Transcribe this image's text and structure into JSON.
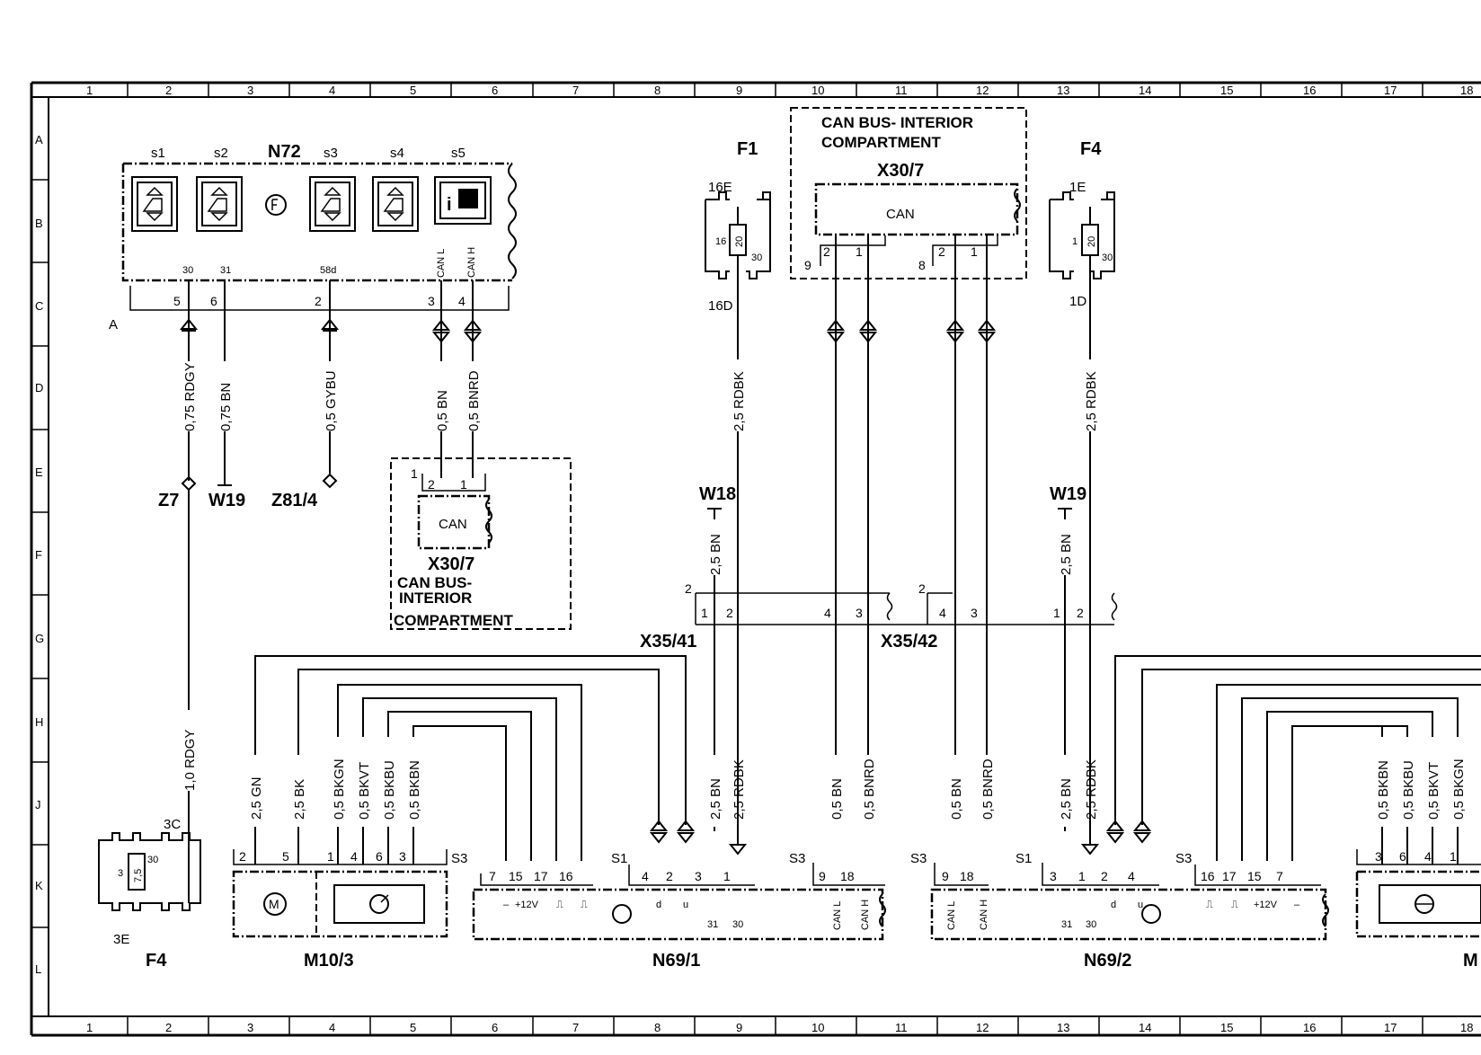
{
  "grid": {
    "columns": [
      "1",
      "2",
      "3",
      "4",
      "5",
      "6",
      "7",
      "8",
      "9",
      "10",
      "11",
      "12",
      "13",
      "14",
      "15",
      "16",
      "17",
      "18"
    ],
    "rows": [
      "A",
      "B",
      "C",
      "D",
      "E",
      "F",
      "G",
      "H",
      "J",
      "K",
      "L"
    ]
  },
  "n72": {
    "id": "N72",
    "switches": [
      "s1",
      "s2",
      "s3",
      "s4",
      "s5"
    ],
    "pin_labels": [
      "30",
      "31",
      "58d",
      "CAN L",
      "CAN H"
    ],
    "pin_numbers": [
      "5",
      "6",
      "2",
      "3",
      "4"
    ],
    "connector": "A"
  },
  "wires_top_left": [
    {
      "label": "0,75 RDGY",
      "dest": "Z7"
    },
    {
      "label": "0,75 BN",
      "dest": "W19"
    },
    {
      "label": "0,5 GYBU",
      "dest": "Z81/4"
    },
    {
      "label": "0,5 BN",
      "dest": ""
    },
    {
      "label": "0,5 BNRD",
      "dest": ""
    }
  ],
  "can_left": {
    "name": "X30/7",
    "box": "CAN",
    "caption_line1": "CAN BUS-",
    "caption_line2": "INTERIOR",
    "caption_line3": "COMPARTMENT",
    "pins": [
      "1",
      "2",
      "1"
    ]
  },
  "can_top": {
    "title_line1": "CAN BUS- INTERIOR",
    "title_line2": "COMPARTMENT",
    "name": "X30/7",
    "box": "CAN",
    "group_left": "9",
    "group_right": "8",
    "pins": [
      "2",
      "1",
      "2",
      "1"
    ]
  },
  "fuse_f1": {
    "name": "F1",
    "top": "16E",
    "bottom": "16D",
    "pin_left": "16",
    "value": "20",
    "pin_right": "30",
    "wire": "2,5 RDBK"
  },
  "fuse_f4_top": {
    "name": "F4",
    "top": "1E",
    "bottom": "1D",
    "pin_left": "1",
    "value": "20",
    "pin_right": "30",
    "wire": "2,5 RDBK"
  },
  "fuse_f4_bottom": {
    "name": "F4",
    "top": "3C",
    "bottom": "3E",
    "pin_left": "3",
    "value": "7,5",
    "pin_right": "30",
    "wire": "1,0 RDGY"
  },
  "grounds": {
    "w18": "W18",
    "w19": "W19",
    "w18_wire": "2,5 BN",
    "w19_wire": "2,5 BN"
  },
  "connectors": {
    "x35_41": {
      "name": "X35/41",
      "group": "2",
      "pins": [
        "1",
        "2",
        "4",
        "3"
      ]
    },
    "x35_42": {
      "name": "X35/42",
      "group": "2",
      "pins": [
        "4",
        "3",
        "1",
        "2"
      ]
    }
  },
  "m10_3": {
    "name": "M10/3",
    "wires": [
      "2,5 GN",
      "2,5 BK",
      "0,5 BKGN",
      "0,5 BKVT",
      "0,5 BKBU",
      "0,5 BKBN"
    ],
    "pins": [
      "2",
      "5",
      "1",
      "4",
      "6",
      "3"
    ]
  },
  "n69_1": {
    "name": "N69/1",
    "s3_left": "S3",
    "s1": "S1",
    "s3_right": "S3",
    "pins_left": [
      "7",
      "15",
      "17",
      "16"
    ],
    "pins_mid": [
      "4",
      "2",
      "3",
      "1"
    ],
    "pins_right": [
      "9",
      "18"
    ],
    "inner_left": [
      "–",
      "+12V",
      "⎍",
      "⎍"
    ],
    "inner_mid": [
      "d",
      "u",
      "31",
      "30"
    ],
    "inner_right": [
      "CAN L",
      "CAN H"
    ],
    "wires": [
      "2,5 BN",
      "2,5 RDBK",
      "0,5 BN",
      "0,5 BNRD"
    ]
  },
  "n69_2": {
    "name": "N69/2",
    "s3_left": "S3",
    "s1": "S1",
    "s3_right": "S3",
    "pins_left": [
      "9",
      "18"
    ],
    "pins_mid": [
      "3",
      "1",
      "2",
      "4"
    ],
    "pins_right": [
      "16",
      "17",
      "15",
      "7"
    ],
    "inner_left": [
      "CAN L",
      "CAN H"
    ],
    "inner_mid": [
      "31",
      "30",
      "d",
      "u"
    ],
    "inner_right": [
      "⎍",
      "⎍",
      "+12V",
      "–"
    ],
    "wires": [
      "0,5 BN",
      "0,5 BNRD",
      "2,5 BN",
      "2,5 RDBK"
    ]
  },
  "m_right": {
    "name": "M",
    "wires": [
      "0,5 BKBN",
      "0,5 BKBU",
      "0,5 BKVT",
      "0,5 BKGN"
    ],
    "pins": [
      "3",
      "6",
      "4",
      "1"
    ]
  }
}
